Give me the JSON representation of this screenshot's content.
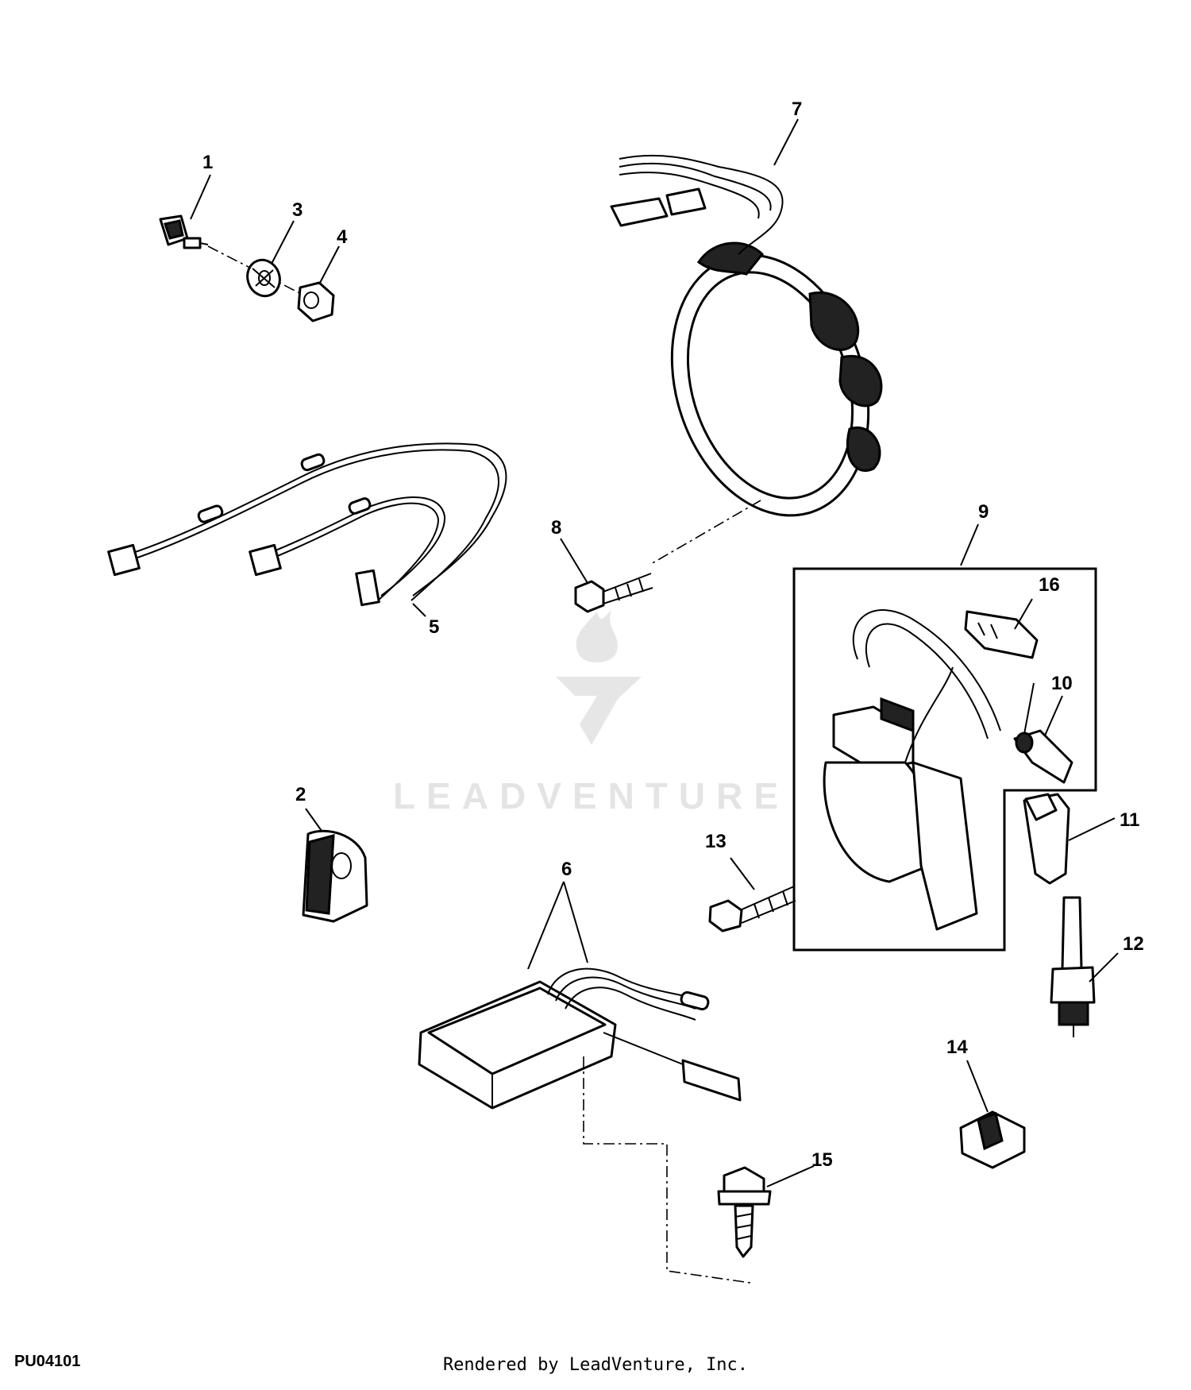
{
  "watermark": {
    "brand": "LEADVENTURE"
  },
  "callouts": [
    {
      "id": "1",
      "label": "1"
    },
    {
      "id": "2",
      "label": "2"
    },
    {
      "id": "3",
      "label": "3"
    },
    {
      "id": "4",
      "label": "4"
    },
    {
      "id": "5",
      "label": "5"
    },
    {
      "id": "6",
      "label": "6"
    },
    {
      "id": "7",
      "label": "7"
    },
    {
      "id": "8",
      "label": "8"
    },
    {
      "id": "9",
      "label": "9"
    },
    {
      "id": "10",
      "label": "10"
    },
    {
      "id": "11",
      "label": "11"
    },
    {
      "id": "12",
      "label": "12"
    },
    {
      "id": "13",
      "label": "13"
    },
    {
      "id": "14",
      "label": "14"
    },
    {
      "id": "15",
      "label": "15"
    },
    {
      "id": "16",
      "label": "16"
    }
  ],
  "footer": {
    "figure_code": "PU04101",
    "credit": "Rendered by LeadVenture, Inc."
  }
}
